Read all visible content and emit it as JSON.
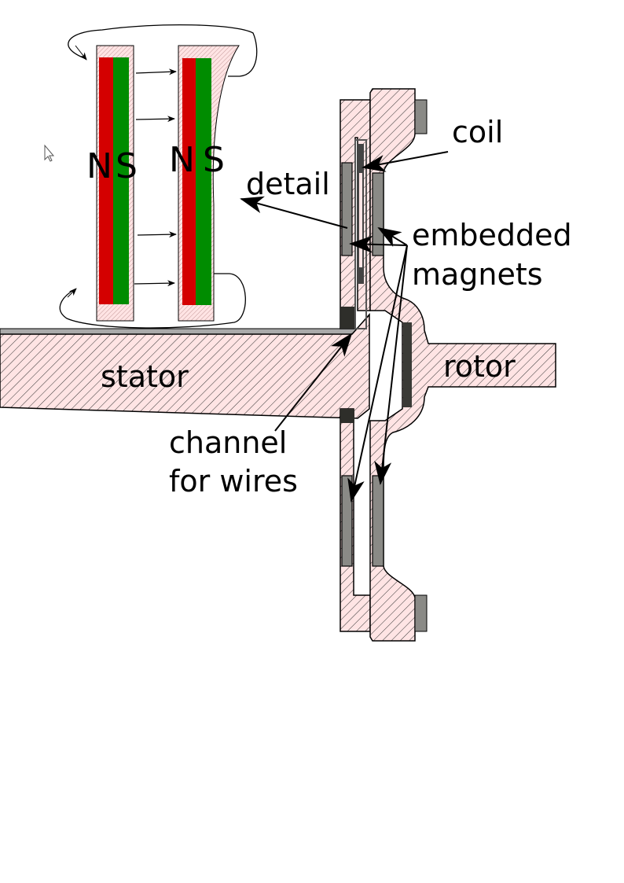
{
  "labels": {
    "coil": "coil",
    "detail": "detail",
    "embedded_line1": "embedded",
    "embedded_line2": "magnets",
    "rotor": "rotor",
    "stator": "stator",
    "channel_line1": "channel",
    "channel_line2": "for wires"
  },
  "detail_poles": {
    "left_north": "N",
    "left_south": "S",
    "right_north": "N",
    "right_south": "S"
  },
  "colors": {
    "hatch_fill": "#ffe4e4",
    "north": "#d40000",
    "south": "#008c00",
    "magnet_gray": "#8a8a86",
    "dark_part": "#2e2e2a"
  }
}
